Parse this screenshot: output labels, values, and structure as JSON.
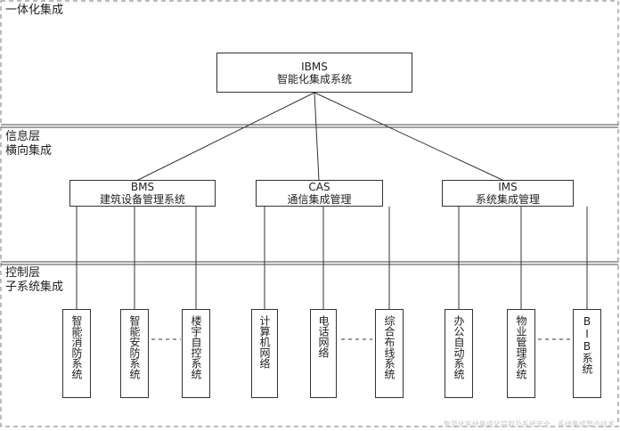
{
  "layers": {
    "top": "一体化集成",
    "info": "信息层\n横向集成",
    "control": "控制层\n子系统集成"
  },
  "top_box": {
    "line1": "IBMS",
    "line2": "智能化集成系统"
  },
  "mid_boxes": [
    {
      "line1": "BMS",
      "line2": "建筑设备管理系统"
    },
    {
      "line1": "CAS",
      "line2": "通信集成管理"
    },
    {
      "line1": "IMS",
      "line2": "系统集成管理"
    }
  ],
  "bottom_boxes": [
    {
      "label": "智能消防系统"
    },
    {
      "label": "智能安防系统"
    },
    {
      "label": "楼宇自控系统"
    },
    {
      "label": "计算机网络"
    },
    {
      "label": "电话网络"
    },
    {
      "label": "综合布线系统"
    },
    {
      "label": "办公自动系统"
    },
    {
      "label": "物业管理系统"
    },
    {
      "label": "BIB系统"
    }
  ],
  "watermark": "智慧化系统集成化提取及系统安全、系统集成整合技术"
}
